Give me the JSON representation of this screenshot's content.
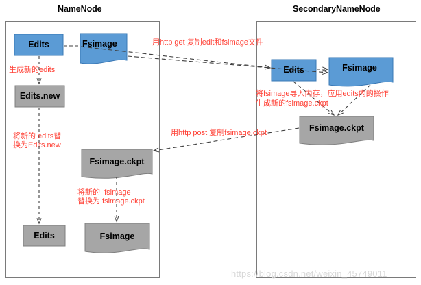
{
  "diagram": {
    "title_left": "NameNode",
    "title_right": "SecondaryNameNode",
    "colors": {
      "blue_fill": "#5B9BD5",
      "blue_stroke": "#3A78B5",
      "gray_fill": "#A6A6A6",
      "gray_stroke": "#7F7F7F",
      "container_stroke": "#7A7A7A",
      "red_text": "#FF4136",
      "arrow": "#3F3F3F",
      "watermark": "#D8D8D8"
    }
  },
  "namenode": {
    "label": "NameNode",
    "shapes": {
      "edits_top": "Edits",
      "fsimage_top": "Fsimage",
      "edits_new": "Edits.new",
      "fsimage_ckpt": "Fsimage.ckpt",
      "edits_bottom": "Edits",
      "fsimage_bottom": "Fsimage"
    },
    "annotations": {
      "gen_new_edits": "生成新的edits",
      "replace_edits_line1": "将新的 edits替",
      "replace_edits_line2": "换为Edits.new",
      "replace_fsimage_line1": "将新的  fsimage",
      "replace_fsimage_line2": "替换为 fsimage.ckpt"
    }
  },
  "secondarynamenode": {
    "label": "SecondaryNameNode",
    "shapes": {
      "edits": "Edits",
      "fsimage": "Fsimage",
      "fsimage_ckpt": "Fsimage.ckpt"
    },
    "annotations": {
      "merge_line1": "将fsimage导入内存，应用edits内的操作",
      "merge_line2": "生成新的fsimage.ckpt"
    }
  },
  "transfers": {
    "http_get": "用http get 复制edit和fsimage文件",
    "http_post": "用http post 复制fsimage.ckpt"
  },
  "watermark": {
    "text": "https://blog.csdn.net/weixin_45749011"
  }
}
